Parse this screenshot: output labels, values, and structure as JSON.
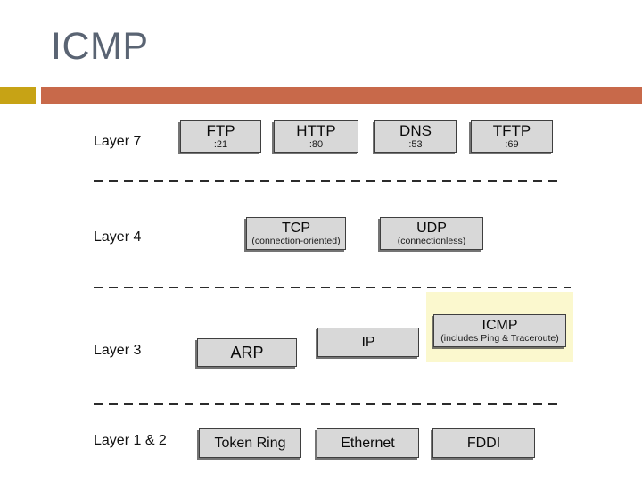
{
  "title": "ICMP",
  "layers": {
    "layer7": {
      "label": "Layer 7"
    },
    "layer4": {
      "label": "Layer 4"
    },
    "layer3": {
      "label": "Layer 3"
    },
    "layer12": {
      "label": "Layer 1 & 2"
    }
  },
  "boxes": {
    "ftp": {
      "label": "FTP",
      "sub": ":21"
    },
    "http": {
      "label": "HTTP",
      "sub": ":80"
    },
    "dns": {
      "label": "DNS",
      "sub": ":53"
    },
    "tftp": {
      "label": "TFTP",
      "sub": ":69"
    },
    "tcp": {
      "label": "TCP",
      "sub": "(connection-oriented)"
    },
    "udp": {
      "label": "UDP",
      "sub": "(connectionless)"
    },
    "arp": {
      "label": "ARP"
    },
    "ip": {
      "label": "IP"
    },
    "icmp": {
      "label": "ICMP",
      "sub": "(includes Ping & Traceroute)"
    },
    "token_ring": {
      "label": "Token Ring"
    },
    "ethernet": {
      "label": "Ethernet"
    },
    "fddi": {
      "label": "FDDI"
    }
  },
  "colors": {
    "title_text": "#5A6473",
    "accent_yellow": "#C7A315",
    "accent_orange": "#C8694A",
    "box_fill": "#D8D8D8",
    "box_border": "#3F3F3F",
    "icmp_highlight": "#FBF8CE"
  }
}
